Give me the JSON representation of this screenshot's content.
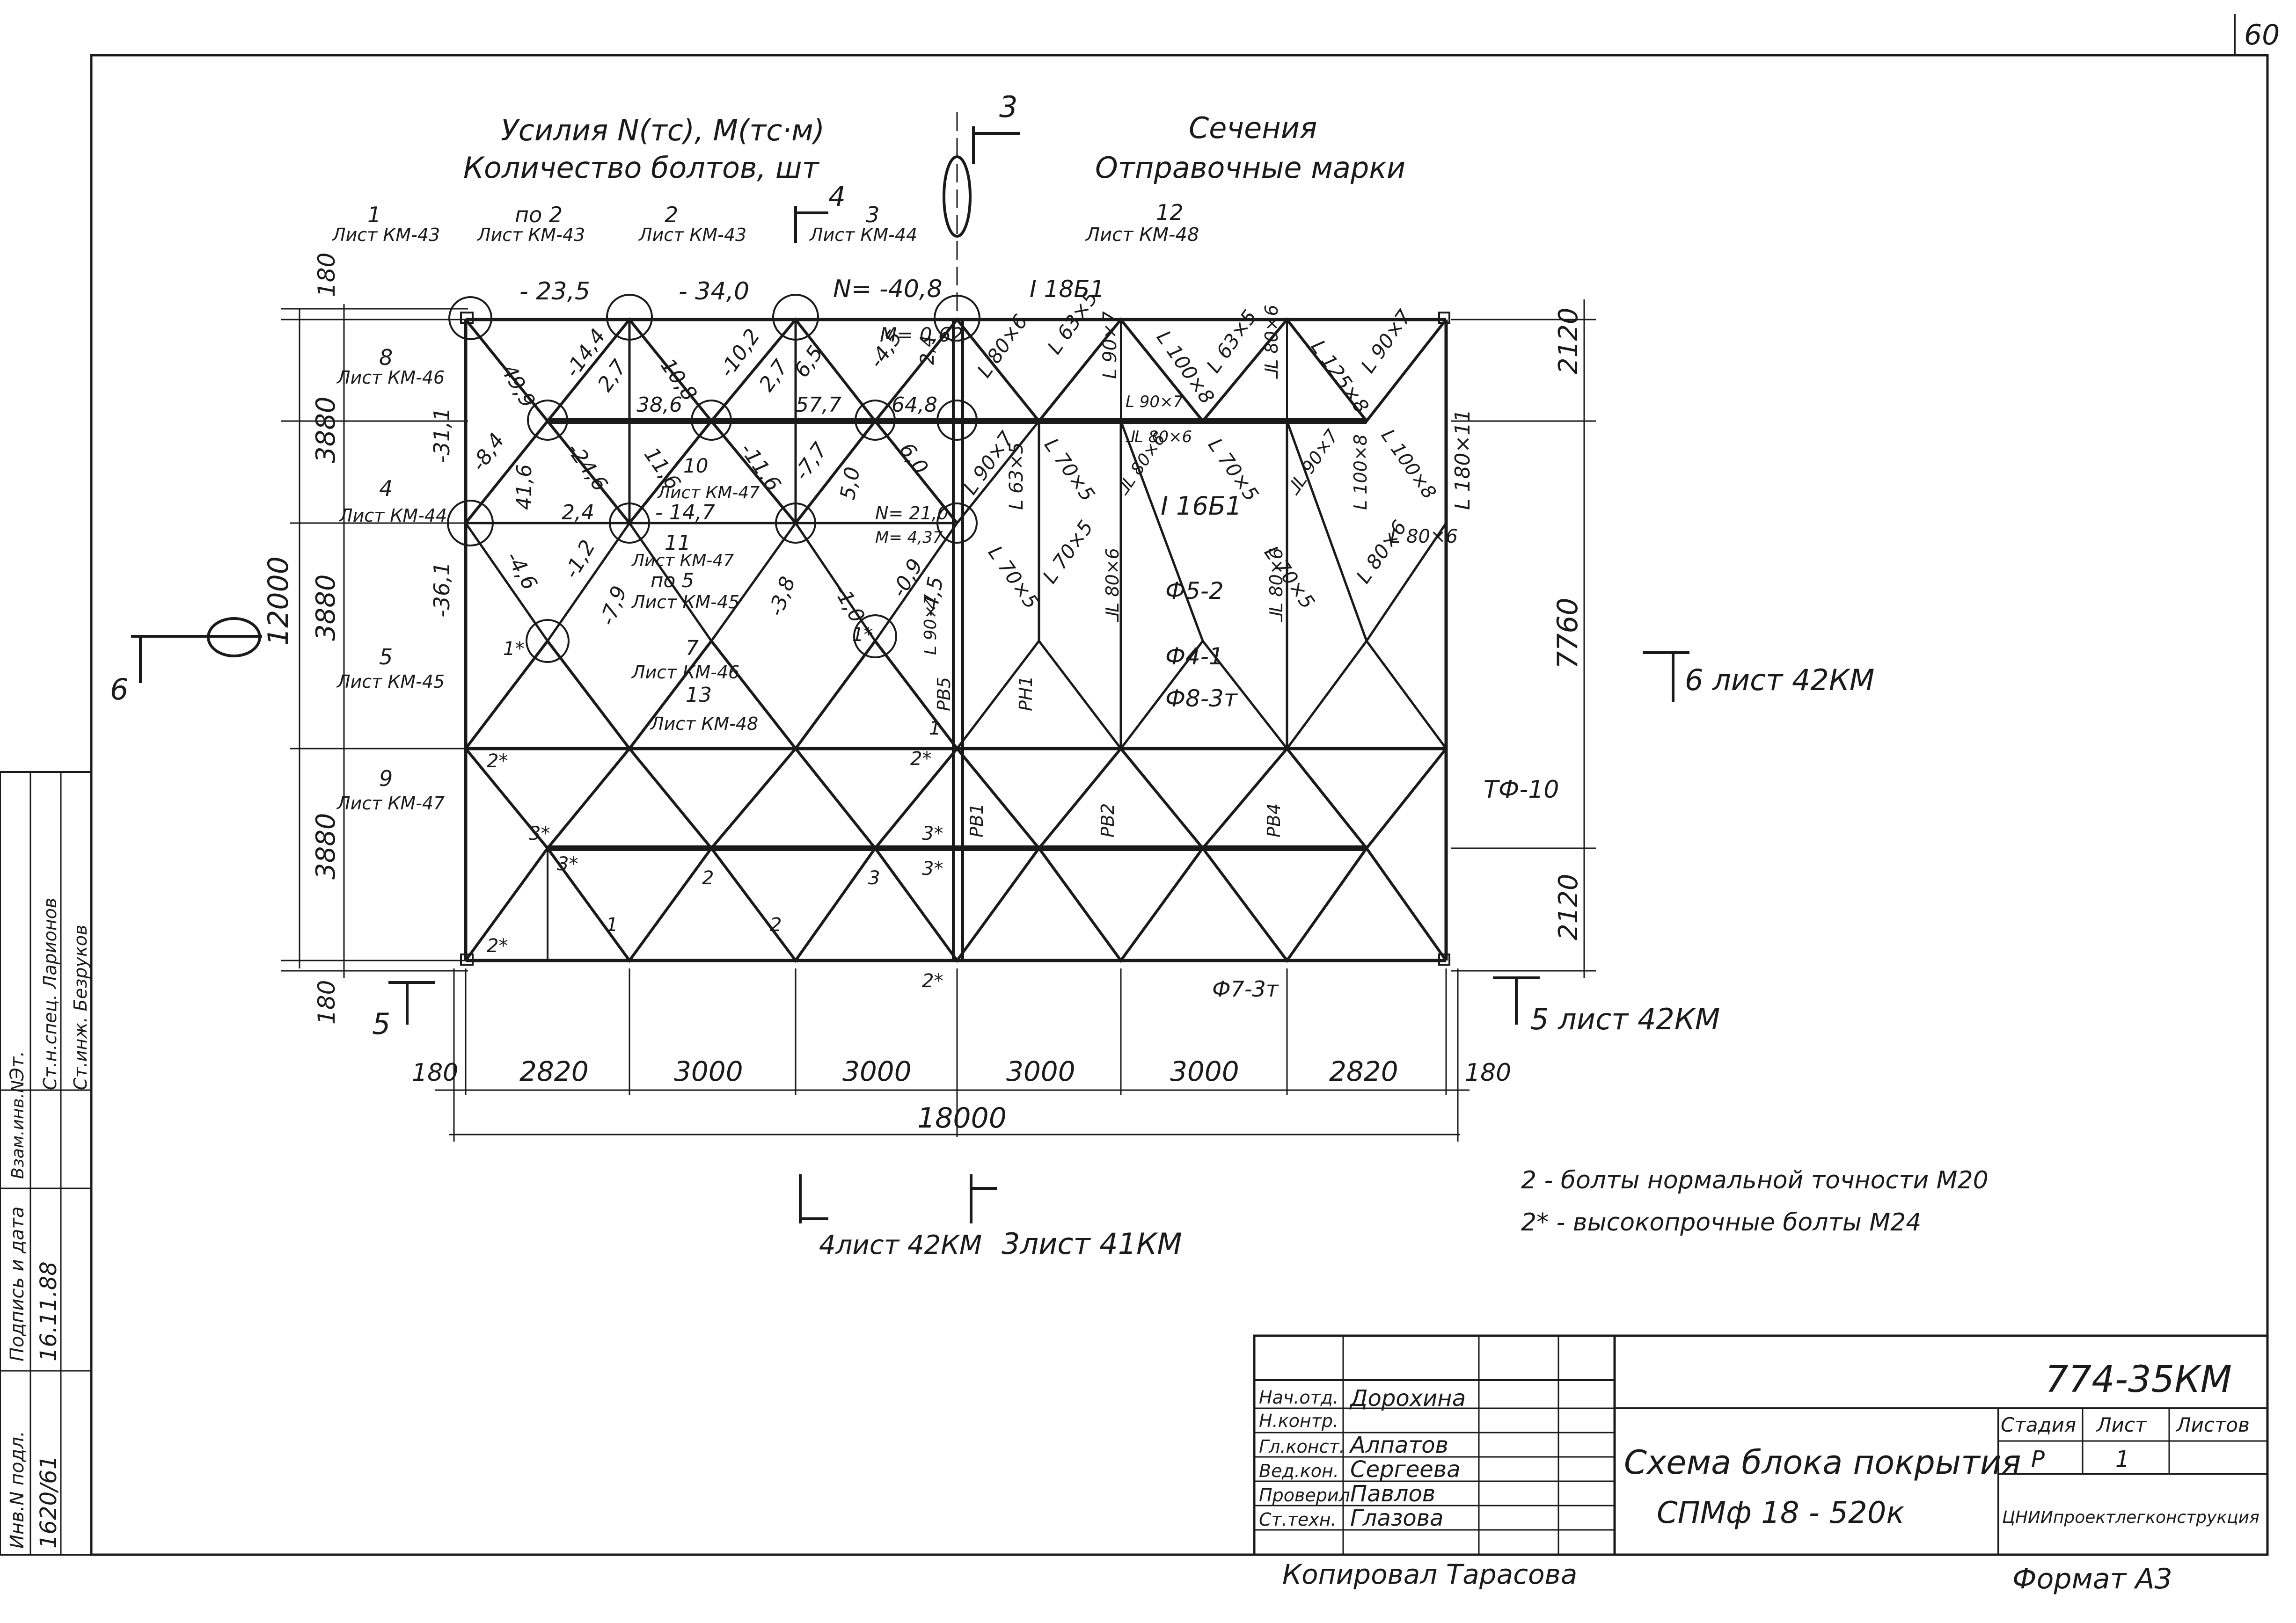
{
  "sheet": {
    "page_number": "60",
    "header_left_1": "Усилия N(тс), M(тс·м)",
    "header_left_2": "Количество болтов, шт",
    "header_right_1": "Сечения",
    "header_right_2": "Отправочные марки"
  },
  "marks": [
    {
      "num": "1",
      "sheet": "Лист КМ-43"
    },
    {
      "num": "по 2",
      "sheet": "Лист КМ-43"
    },
    {
      "num": "2",
      "sheet": "Лист КМ-43"
    },
    {
      "num": "3",
      "sheet": "Лист КМ-44"
    },
    {
      "num": "12",
      "sheet": "Лист КМ-48"
    },
    {
      "num": "8",
      "sheet": "Лист КМ-46"
    },
    {
      "num": "4",
      "sheet": "Лист КМ-44"
    },
    {
      "num": "5",
      "sheet": "Лист КМ-45"
    },
    {
      "num": "9",
      "sheet": "Лист КМ-47"
    },
    {
      "num": "10",
      "sheet": "Лист КМ-47"
    },
    {
      "num": "11",
      "sheet": "Лист КМ-47"
    },
    {
      "num": "по 5",
      "sheet": "Лист КМ-45"
    },
    {
      "num": "7",
      "sheet": "Лист КМ-46"
    },
    {
      "num": "13",
      "sheet": "Лист КМ-48"
    }
  ],
  "forces": {
    "top_chord": [
      "- 23,5",
      "- 34,0",
      "N= -40,8",
      "M= 0,62"
    ],
    "mid": [
      "N= 21,0",
      "M= 4,37"
    ],
    "diagonals": [
      "49,9",
      "-14,4",
      "2,7",
      "10,8",
      "-10,2",
      "2,7",
      "6,5",
      "-4,5",
      "2,4",
      "38,6",
      "57,7",
      "64,8",
      "-8,4",
      "-24,6",
      "11,6",
      "-11,6",
      "-7,7",
      "5,0",
      "6,0",
      "41,6",
      "2,4",
      "- 14,7",
      "-31,1",
      "-36,1",
      "-4,6",
      "-1,2",
      "-7,9",
      "-3,8",
      "-1,0",
      "-0,9",
      "-4,5"
    ]
  },
  "sections": [
    "I 18Б1",
    "L 80×6",
    "L 63×5",
    "L 90×7",
    "L 100×8",
    "L 63×5",
    "⅃L 80×6",
    "L 125×8",
    "L 90×7",
    "L 90×7",
    "⅃L 80×6",
    "L 90×7",
    "L 63×5",
    "L 70×5",
    "⅃L 80×6",
    "L 70×5",
    "⅃L 90×7",
    "L 100×8",
    "L 100×8",
    "L 180×11",
    "I 16Б1",
    "L 70×5",
    "L 70×5",
    "L 80×6",
    "⅃L 80×6",
    "⅃L 80×6",
    "L 70×5",
    "L 80×6",
    "L 90×7"
  ],
  "items": {
    "phi5": "Ф5-2",
    "phi4": "Ф4-1",
    "phi8": "Ф8-3т",
    "phi7": "Ф7-3т",
    "tf10": "ТФ-10",
    "rv5": "РВ5",
    "rv1": "РВ1",
    "rv2": "РВ2",
    "rv4": "РВ4",
    "rn1": "РН1"
  },
  "bolts": {
    "b2star": "2*",
    "b3star": "3*",
    "b1star": "1*",
    "b1": "1",
    "b2": "2",
    "b3": "3"
  },
  "dims": {
    "horizontal": [
      "180",
      "2820",
      "3000",
      "3000",
      "3000",
      "3000",
      "2820",
      "180"
    ],
    "total": "18000",
    "left": [
      "180",
      "3880",
      "3880",
      "3880",
      "180"
    ],
    "left_total": "12000",
    "right": [
      "2120",
      "7760",
      "2120"
    ]
  },
  "cuts": {
    "c3": "3",
    "c4": "4",
    "c6": "6",
    "c5": "5",
    "ref6": "6 лист 42КМ",
    "ref5": "5 лист 42КМ",
    "ref4": "4лист 42КМ",
    "ref3": "3лист 41КМ"
  },
  "notes": [
    "2 - болты нормальной точности М20",
    "2* - высокопрочные болты М24"
  ],
  "stamp": {
    "code": "774-35КМ",
    "title_1": "Схема блока покрытия",
    "title_2": "СПМф 18 - 520к",
    "stage_h": "Стадия",
    "sheet_h": "Лист",
    "sheets_h": "Листов",
    "stage": "Р",
    "sheet": "1",
    "org": "ЦНИИпроектлегконструкция",
    "format": "Формат А3",
    "copied": "Копировал Тарасова",
    "rows": [
      {
        "role": "Нач.отд.",
        "name": "Дорохина"
      },
      {
        "role": "Н.контр.",
        "name": ""
      },
      {
        "role": "Гл.конст.",
        "name": "Алпатов"
      },
      {
        "role": "Вед.кон.",
        "name": "Сергеева"
      },
      {
        "role": "Проверил",
        "name": "Павлов"
      },
      {
        "role": "Ст.техн.",
        "name": "Глазова"
      }
    ]
  },
  "side_stamp": {
    "r1": "Инв.N подл.",
    "r1v": "1620/61",
    "r2": "Подпись и дата",
    "r2v": "16.11.88",
    "r3": "Взам.инв.N",
    "r4": "Эт. ",
    "r4b": "Ст.н.спец. Ларионов",
    "r4c": "Ст.инж. Безруков"
  }
}
